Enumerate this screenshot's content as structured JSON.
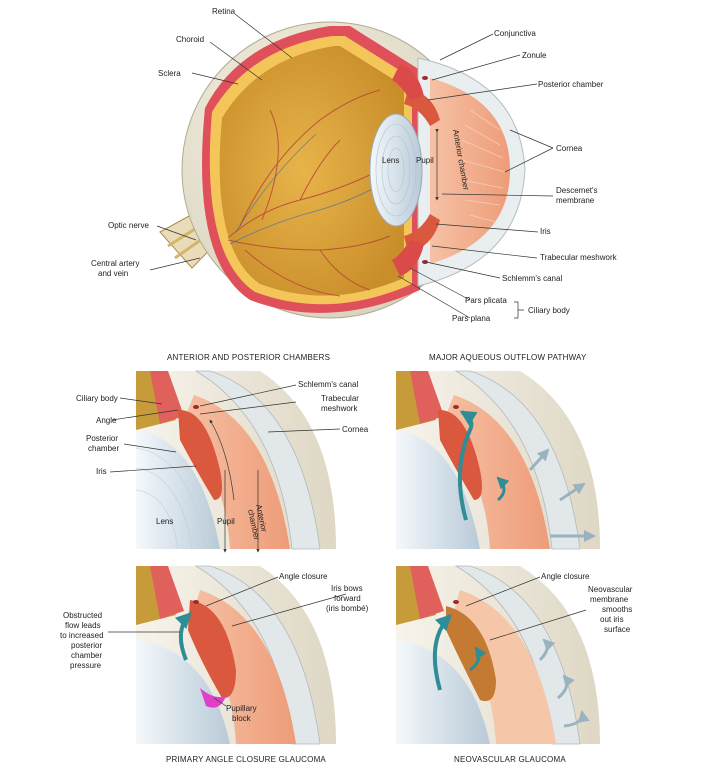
{
  "main_labels": {
    "retina": "Retina",
    "choroid": "Choroid",
    "sclera": "Sclera",
    "optic_nerve": "Optic nerve",
    "central_artery_1": "Central artery",
    "central_artery_2": "and vein",
    "conjunctiva": "Conjunctiva",
    "zonule": "Zonule",
    "posterior_chamber": "Posterior chamber",
    "cornea": "Cornea",
    "descemet_1": "Descemet's",
    "descemet_2": "membrane",
    "iris": "Iris",
    "trabecular": "Trabecular meshwork",
    "schlemm": "Schlemm's canal",
    "pars_plicata": "Pars plicata",
    "pars_plana": "Pars plana",
    "ciliary_body": "Ciliary body",
    "lens": "Lens",
    "pupil": "Pupil",
    "anterior_chamber": "Anterior chamber"
  },
  "panels": {
    "p1": {
      "title": "ANTERIOR AND POSTERIOR CHAMBERS",
      "ciliary_body": "Ciliary body",
      "angle": "Angle",
      "posterior_1": "Posterior",
      "posterior_2": "chamber",
      "iris": "Iris",
      "schlemm": "Schlemm's canal",
      "trabecular_1": "Trabecular",
      "trabecular_2": "meshwork",
      "cornea": "Cornea",
      "lens": "Lens",
      "pupil": "Pupil",
      "anterior_1": "Anterior",
      "anterior_2": "chamber"
    },
    "p2": {
      "title": "MAJOR AQUEOUS OUTFLOW PATHWAY"
    },
    "p3": {
      "title": "PRIMARY ANGLE CLOSURE GLAUCOMA",
      "angle_closure": "Angle closure",
      "iris_bows_1": "Iris bows",
      "iris_bows_2": "forward",
      "iris_bows_3": "(iris bombé)",
      "obstructed_1": "Obstructed",
      "obstructed_2": "flow leads",
      "obstructed_3": "to increased",
      "obstructed_4": "posterior",
      "obstructed_5": "chamber",
      "obstructed_6": "pressure",
      "pupillary_1": "Pupillary",
      "pupillary_2": "block"
    },
    "p4": {
      "title": "NEOVASCULAR GLAUCOMA",
      "angle_closure": "Angle closure",
      "neo_1": "Neovascular",
      "neo_2": "membrane",
      "neo_3": "smooths",
      "neo_4": "out iris",
      "neo_5": "surface"
    }
  },
  "colors": {
    "sclera": "#ece7d7",
    "choroid": "#e0505a",
    "retina": "#f4c65a",
    "vitreous": "#d9a23a",
    "vessel": "#c0392b",
    "lens": "#dce6ef",
    "cornea": "#e9eef0",
    "anterior_fluid": "#f3b08f",
    "iris": "#d9583e",
    "arrow_teal": "#2f8d96",
    "arrow_gray": "#9ab3c0",
    "block": "#e040c8"
  }
}
